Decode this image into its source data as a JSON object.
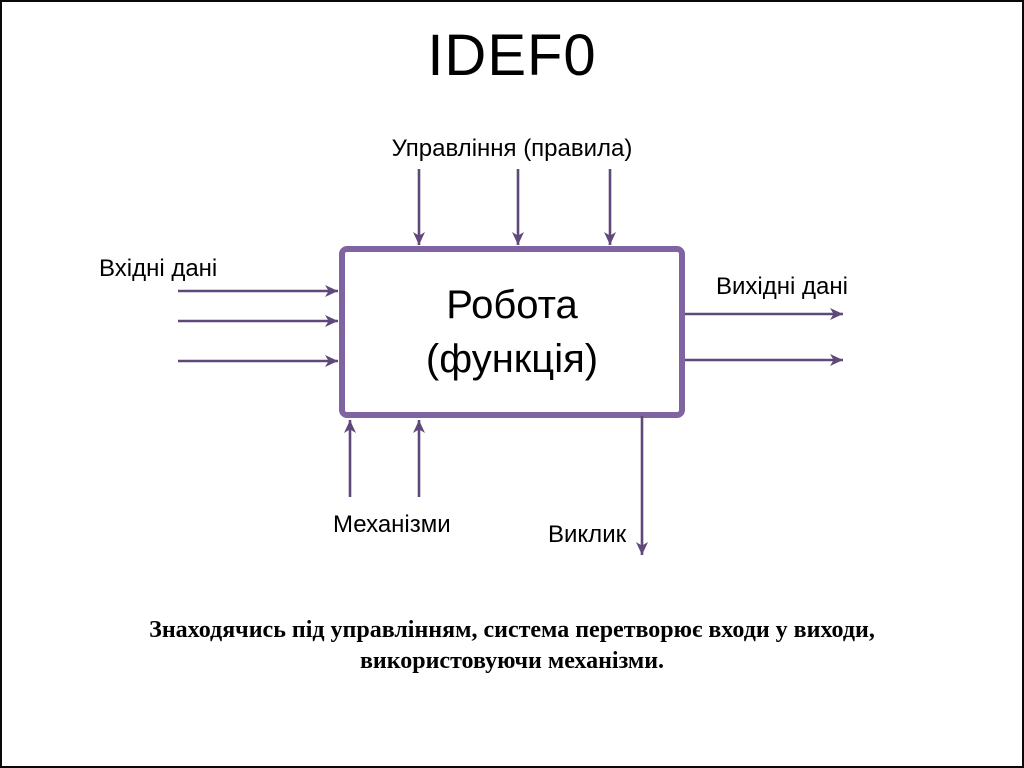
{
  "title": "IDEF0",
  "diagram": {
    "box": {
      "line1": "Робота",
      "line2": "(функція)"
    },
    "labels": {
      "control": "Управління (правила)",
      "input": "Вхідні дані",
      "output": "Вихідні дані",
      "mechanism": "Механізми",
      "call": "Виклик"
    },
    "arrows": {
      "control_count": 3,
      "input_count": 3,
      "output_count": 2,
      "mechanism_count": 2,
      "call_count": 1
    },
    "colors": {
      "background": "#FFFFFF",
      "text": "#000000",
      "box_border": "#8064A2",
      "arrow": "#5F497A"
    }
  },
  "caption": {
    "line1": "Знаходячись під управлінням, система перетворює входи у виходи,",
    "line2": "використовуючи механізми."
  }
}
